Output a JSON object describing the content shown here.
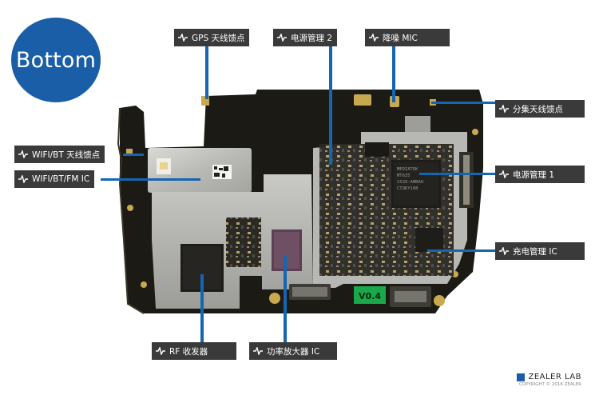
{
  "badge": {
    "text": "Bottom"
  },
  "labels": {
    "gps": "GPS 天线馈点",
    "power2": "电源管理 2",
    "mic": "降噪 MIC",
    "diversity": "分集天线馈点",
    "wifi_feed": "WIFI/BT 天线馈点",
    "wifi_ic": "WIFI/BT/FM IC",
    "power1": "电源管理 1",
    "charge": "充电管理 IC",
    "rf": "RF 收发器",
    "pa": "功率放大器 IC"
  },
  "board_marks": {
    "version": "V0.4",
    "chip_text": [
      "MEDIATEK",
      "MT635",
      "1539-AMBAH",
      "CTQKY188"
    ]
  },
  "logo": {
    "name": "ZEALER LAB",
    "copyright": "COPYRIGHT © 2016 ZEALER"
  },
  "colors": {
    "accent": "#1565b0",
    "badge": "#1a5ea8",
    "label_bg": "#3a3a3a",
    "board": "#1c1a15"
  }
}
